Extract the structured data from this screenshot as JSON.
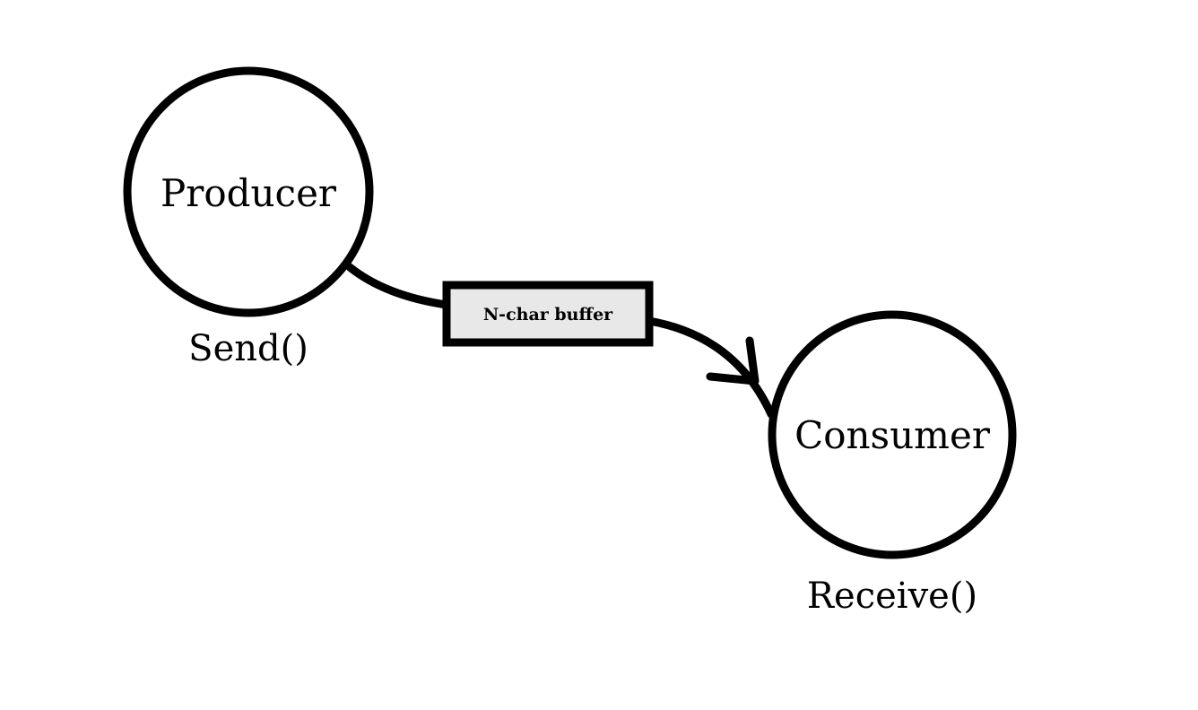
{
  "nodes": {
    "producer": {
      "label": "Producer",
      "method": "Send()"
    },
    "consumer": {
      "label": "Consumer",
      "method": "Receive()"
    }
  },
  "buffer": {
    "label": "N-char buffer"
  },
  "colors": {
    "stroke": "#000000",
    "node_fill": "#ffffff",
    "buffer_fill": "#e8e8e8",
    "background": "#ffffff"
  }
}
